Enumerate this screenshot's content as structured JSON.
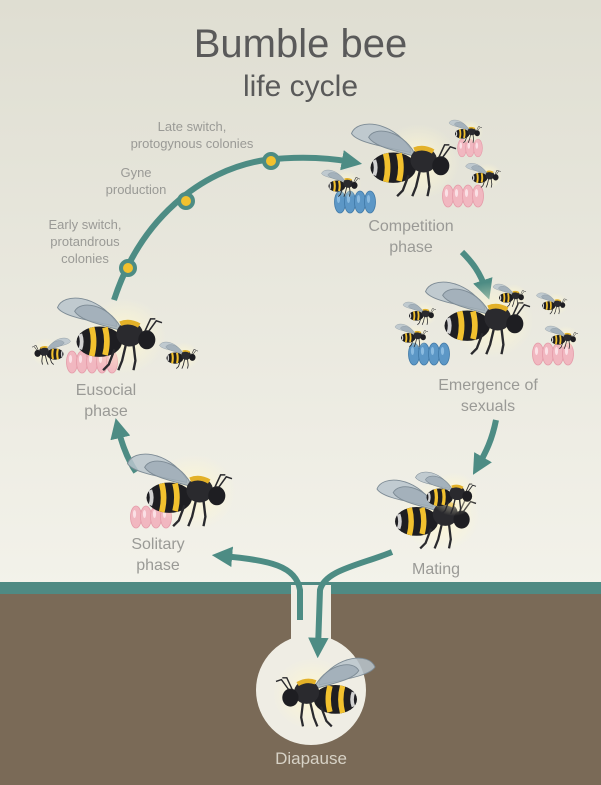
{
  "title": {
    "line1": "Bumble bee",
    "line2": "life cycle"
  },
  "switch_labels": {
    "late": [
      "Late switch,",
      "protogynous colonies"
    ],
    "gyne": [
      "Gyne",
      "production"
    ],
    "early": [
      "Early switch,",
      "protandrous",
      "colonies"
    ]
  },
  "phases": {
    "competition": [
      "Competition",
      "phase"
    ],
    "emergence": [
      "Emergence of",
      "sexuals"
    ],
    "mating": [
      "Mating"
    ],
    "diapause": [
      "Diapause"
    ],
    "solitary": [
      "Solitary",
      "phase"
    ],
    "eusocial": [
      "Eusocial",
      "phase"
    ]
  },
  "colors": {
    "background_top": "#e4e3d8",
    "background_bottom": "#f3f2ea",
    "ground": "#7a6a57",
    "ground_stripe": "#4f8a83",
    "arrow": "#4d8c84",
    "node": "#f2c12e",
    "egg_blue": "#5c97c6",
    "egg_pink": "#f1b7c0",
    "text": "#9a9a96",
    "title": "#5a5a5a"
  },
  "icons": [
    "queen-bee-icon",
    "worker-bee-icon",
    "male-bee-icon",
    "egg-cluster-icon"
  ]
}
